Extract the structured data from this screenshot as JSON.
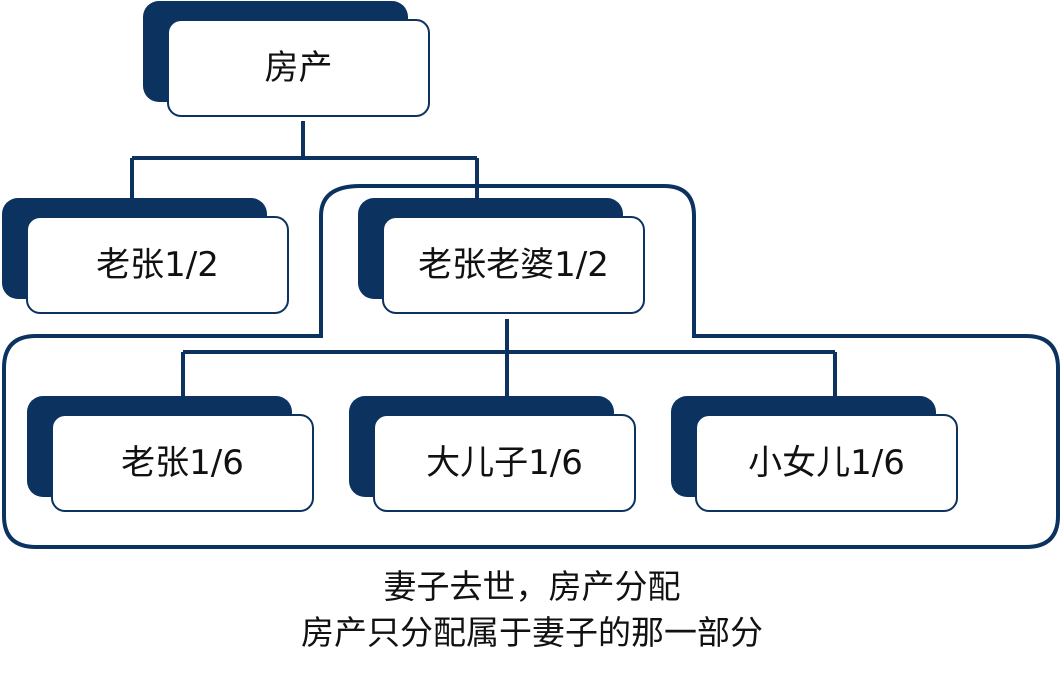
{
  "diagram": {
    "nodes": {
      "root": "房产",
      "lao_zhang_half": "老张1/2",
      "wife_half": "老张老婆1/2",
      "lao_zhang_sixth": "老张1/6",
      "son_sixth": "大儿子1/6",
      "daughter_sixth": "小女儿1/6"
    },
    "caption": {
      "line1": "妻子去世，房产分配",
      "line2": "房产只分配属于妻子的那一部分"
    },
    "colors": {
      "navy": "#0c3260",
      "text": "#111111",
      "background": "#ffffff"
    }
  }
}
